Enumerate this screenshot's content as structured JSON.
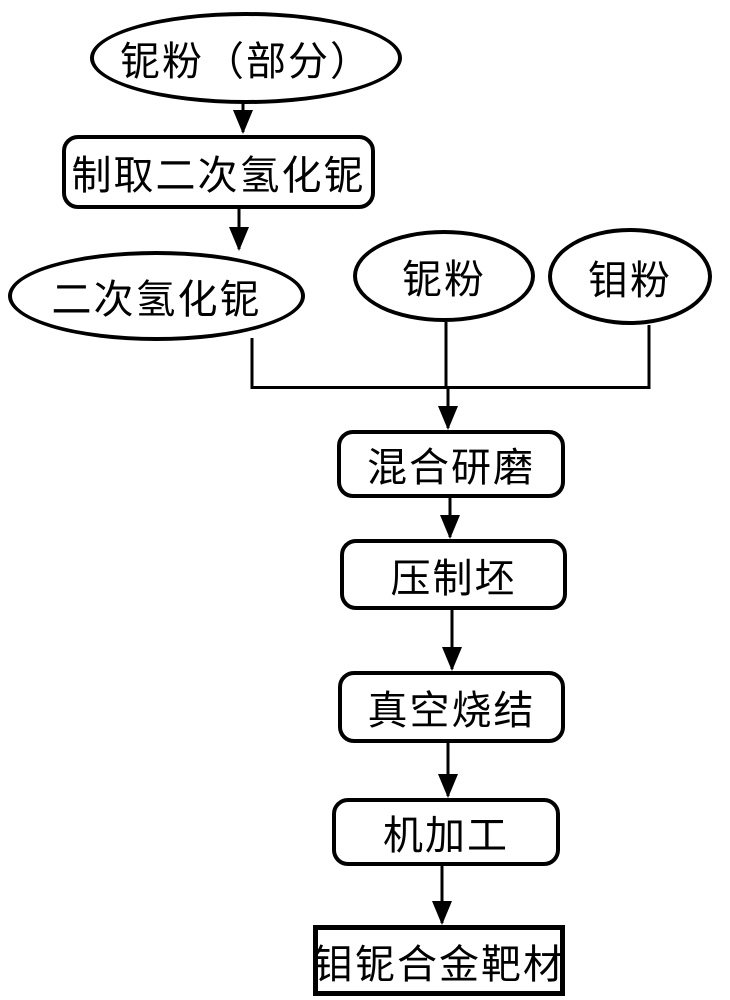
{
  "diagram": {
    "type": "flowchart",
    "colors": {
      "stroke": "#000000",
      "background": "#ffffff",
      "text": "#000000"
    },
    "nodes": {
      "nb_powder_partial": {
        "label": "铌粉（部分）",
        "shape": "ellipse"
      },
      "prepare_secondary_hydride": {
        "label": "制取二次氢化铌",
        "shape": "rounded-rect"
      },
      "secondary_hydride": {
        "label": "二次氢化铌",
        "shape": "ellipse"
      },
      "nb_powder": {
        "label": "铌粉",
        "shape": "ellipse"
      },
      "mo_powder": {
        "label": "钼粉",
        "shape": "ellipse"
      },
      "mix_grind": {
        "label": "混合研磨",
        "shape": "rounded-rect"
      },
      "press_blank": {
        "label": "压制坯",
        "shape": "rounded-rect"
      },
      "vacuum_sinter": {
        "label": "真空烧结",
        "shape": "rounded-rect"
      },
      "machining": {
        "label": "机加工",
        "shape": "rounded-rect"
      },
      "alloy_target": {
        "label": "钼铌合金靶材",
        "shape": "rect"
      }
    },
    "edges": [
      {
        "from": "nb_powder_partial",
        "to": "prepare_secondary_hydride"
      },
      {
        "from": "prepare_secondary_hydride",
        "to": "secondary_hydride"
      },
      {
        "from": "secondary_hydride",
        "to": "mix_grind"
      },
      {
        "from": "nb_powder",
        "to": "mix_grind"
      },
      {
        "from": "mo_powder",
        "to": "mix_grind"
      },
      {
        "from": "mix_grind",
        "to": "press_blank"
      },
      {
        "from": "press_blank",
        "to": "vacuum_sinter"
      },
      {
        "from": "vacuum_sinter",
        "to": "machining"
      },
      {
        "from": "machining",
        "to": "alloy_target"
      }
    ]
  }
}
